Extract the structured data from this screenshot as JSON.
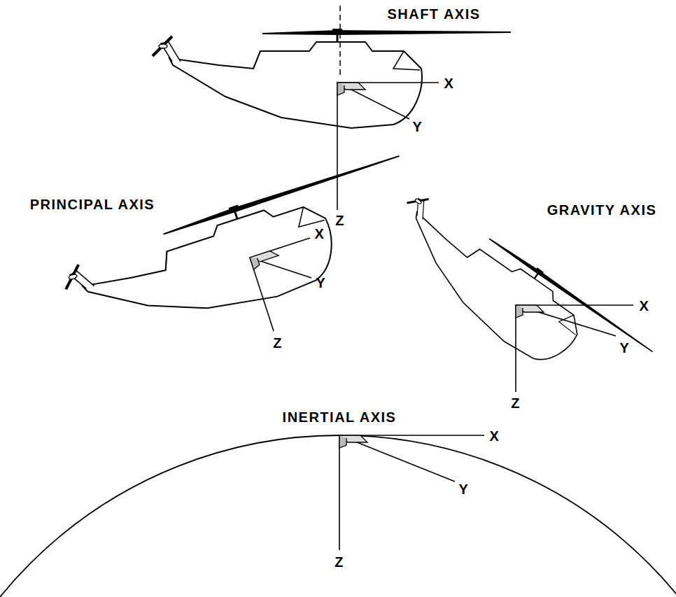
{
  "diagram": {
    "labels": [
      "SHAFT AXIS",
      "X",
      "Y",
      "Z",
      "PRINCIPAL AXIS",
      "X",
      "Y",
      "Z",
      "GRAVITY AXIS",
      "X",
      "Y",
      "Z",
      "INERTIAL AXIS",
      "X",
      "Y",
      "Z"
    ]
  }
}
